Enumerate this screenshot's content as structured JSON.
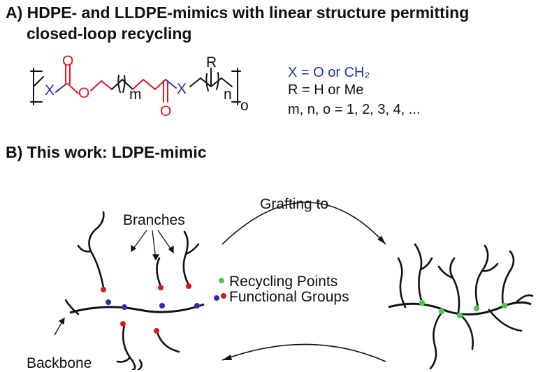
{
  "section_a": {
    "title_line1": "A) HDPE- and LLDPE-mimics with linear structure permitting",
    "title_line2": "closed-loop recycling",
    "formula": {
      "carbonyl_o1": "O",
      "x_left": "X",
      "ester_o": "O",
      "m": "m",
      "x_mid": "X",
      "carbonyl_o2": "O",
      "r": "R",
      "n": "n",
      "o": "o"
    },
    "legend": {
      "line1": "X = O or CH₂",
      "line2": "R = H or Me",
      "line3": "m, n, o = 1, 2, 3, 4, ..."
    }
  },
  "section_b": {
    "title": "B) This work: LDPE-mimic",
    "branches_label": "Branches",
    "grafting_label": "Grafting to",
    "recycling_label": "Recycling Points",
    "functional_label": "Functional Groups",
    "backbone_label": "Backbone"
  },
  "colors": {
    "red": "#d7191f",
    "blue": "#2b2fa8",
    "green": "#4cc94a",
    "black": "#111111"
  }
}
